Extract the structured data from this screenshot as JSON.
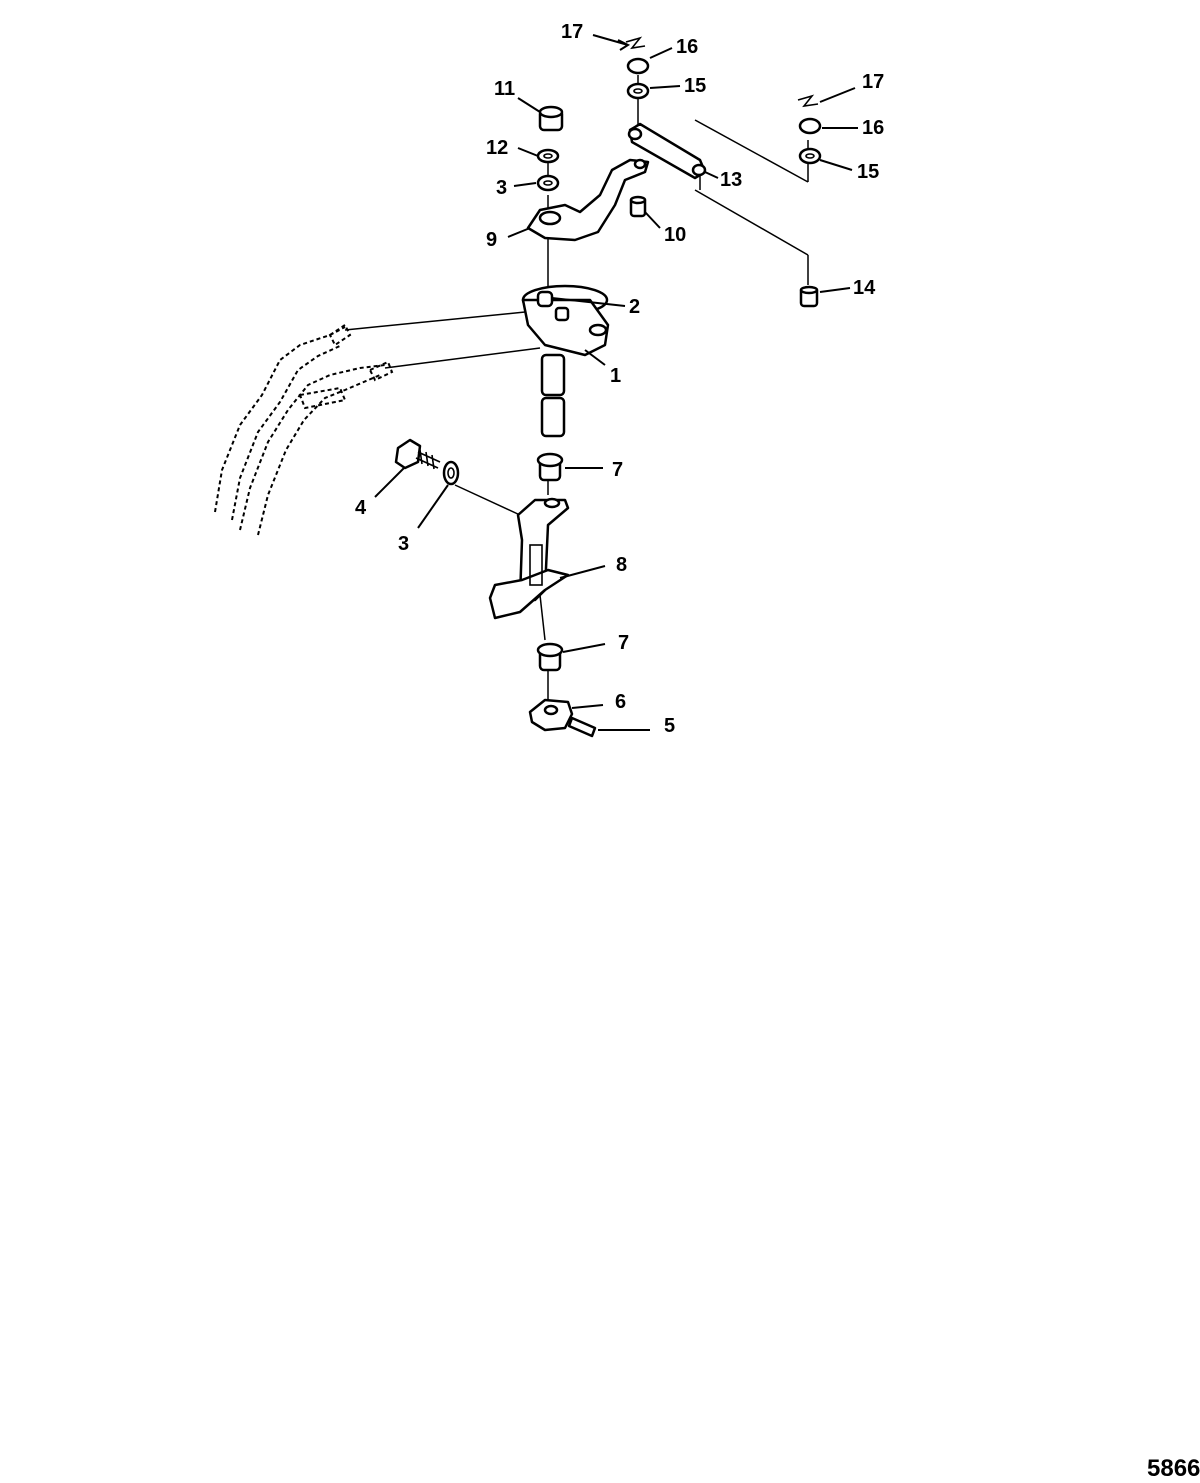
{
  "diagram": {
    "callouts": [
      {
        "id": "c17a",
        "label": "17"
      },
      {
        "id": "c16a",
        "label": "16"
      },
      {
        "id": "c15a",
        "label": "15"
      },
      {
        "id": "c11",
        "label": "11"
      },
      {
        "id": "c17b",
        "label": "17"
      },
      {
        "id": "c16b",
        "label": "16"
      },
      {
        "id": "c12",
        "label": "12"
      },
      {
        "id": "c13",
        "label": "13"
      },
      {
        "id": "c15b",
        "label": "15"
      },
      {
        "id": "c3a",
        "label": "3"
      },
      {
        "id": "c9",
        "label": "9"
      },
      {
        "id": "c10",
        "label": "10"
      },
      {
        "id": "c14",
        "label": "14"
      },
      {
        "id": "c2",
        "label": "2"
      },
      {
        "id": "c1",
        "label": "1"
      },
      {
        "id": "c7a",
        "label": "7"
      },
      {
        "id": "c4",
        "label": "4"
      },
      {
        "id": "c3b",
        "label": "3"
      },
      {
        "id": "c8",
        "label": "8"
      },
      {
        "id": "c7b",
        "label": "7"
      },
      {
        "id": "c6",
        "label": "6"
      },
      {
        "id": "c5",
        "label": "5"
      }
    ],
    "figure_number": "5866"
  }
}
